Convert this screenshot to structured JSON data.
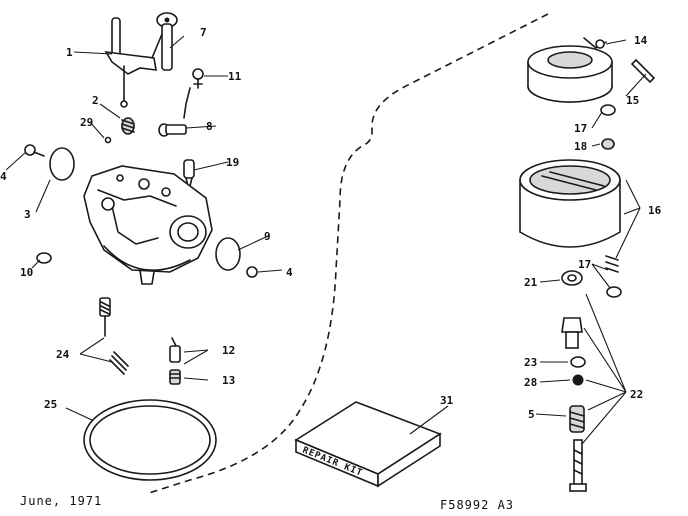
{
  "diagram": {
    "date_caption": "June, 1971",
    "figure_number": "F58992 A3",
    "repair_kit_label": "REPAIR KIT",
    "callouts": {
      "c1": "1",
      "c2": "2",
      "c3": "3",
      "c4a": "4",
      "c4b": "4",
      "c5": "5",
      "c7": "7",
      "c8": "8",
      "c9": "9",
      "c10": "10",
      "c11": "11",
      "c12": "12",
      "c13": "13",
      "c14": "14",
      "c15": "15",
      "c16": "16",
      "c17a": "17",
      "c17b": "17",
      "c18": "18",
      "c19": "19",
      "c21": "21",
      "c22": "22",
      "c23": "23",
      "c24": "24",
      "c25": "25",
      "c28": "28",
      "c29": "29",
      "c31": "31"
    }
  }
}
